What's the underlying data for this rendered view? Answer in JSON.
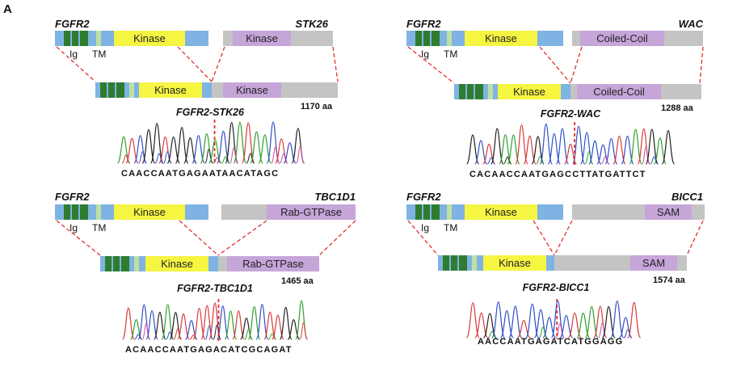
{
  "panel_label": "A",
  "colors": {
    "light_blue": "#7fb3e3",
    "dark_green": "#2e7d2e",
    "light_green": "#bfe0a0",
    "yellow": "#f5f542",
    "purple": "#c6a5d9",
    "gray": "#c4c4c4",
    "dashed_red": "#e03030",
    "trace_green": "#2ea02e",
    "trace_blue": "#3050c8",
    "trace_black": "#222222",
    "trace_red": "#d83a3a",
    "trace_pink": "#d04aa0"
  },
  "common": {
    "fgfr2_label": "FGFR2",
    "ig_label": "Ig",
    "tm_label": "TM",
    "kinase_label": "Kinase"
  },
  "fusions": [
    {
      "partner_label": "STK26",
      "partner_domain": "Kinase",
      "fusion_name": "FGFR2-STK26",
      "length_label": "1170 aa",
      "sequence": "CAACCAATGAGAATAACATAGC"
    },
    {
      "partner_label": "WAC",
      "partner_domain": "Coiled-Coil",
      "fusion_name": "FGFR2-WAC",
      "length_label": "1288 aa",
      "sequence": "CACAACCAATGAGCCTTATGATTCT"
    },
    {
      "partner_label": "TBC1D1",
      "partner_domain": "Rab-GTPase",
      "fusion_name": "FGFR2-TBC1D1",
      "length_label": "1465 aa",
      "sequence": "ACAACCAATGAGACATCGCAGAT"
    },
    {
      "partner_label": "BICC1",
      "partner_domain": "SAM",
      "fusion_name": "FGFR2-BICC1",
      "length_label": "1574 aa",
      "sequence": "AACCAATGAGATCATGGAGG"
    }
  ]
}
